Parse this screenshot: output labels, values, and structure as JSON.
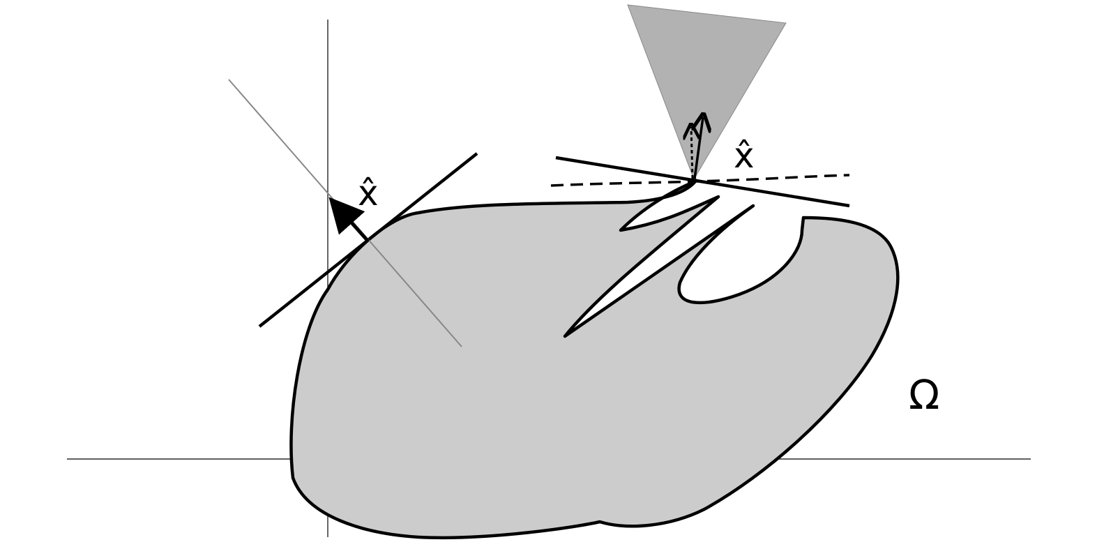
{
  "labels": {
    "xhat_left": "x̂",
    "xhat_right": "x̂",
    "domain": "Ω"
  },
  "colors": {
    "domain_fill": "#cccccc",
    "cone_fill": "#b2b2b2",
    "stroke": "#000000",
    "axis": "#000000",
    "normal_line": "#888888",
    "background": "#ffffff"
  }
}
